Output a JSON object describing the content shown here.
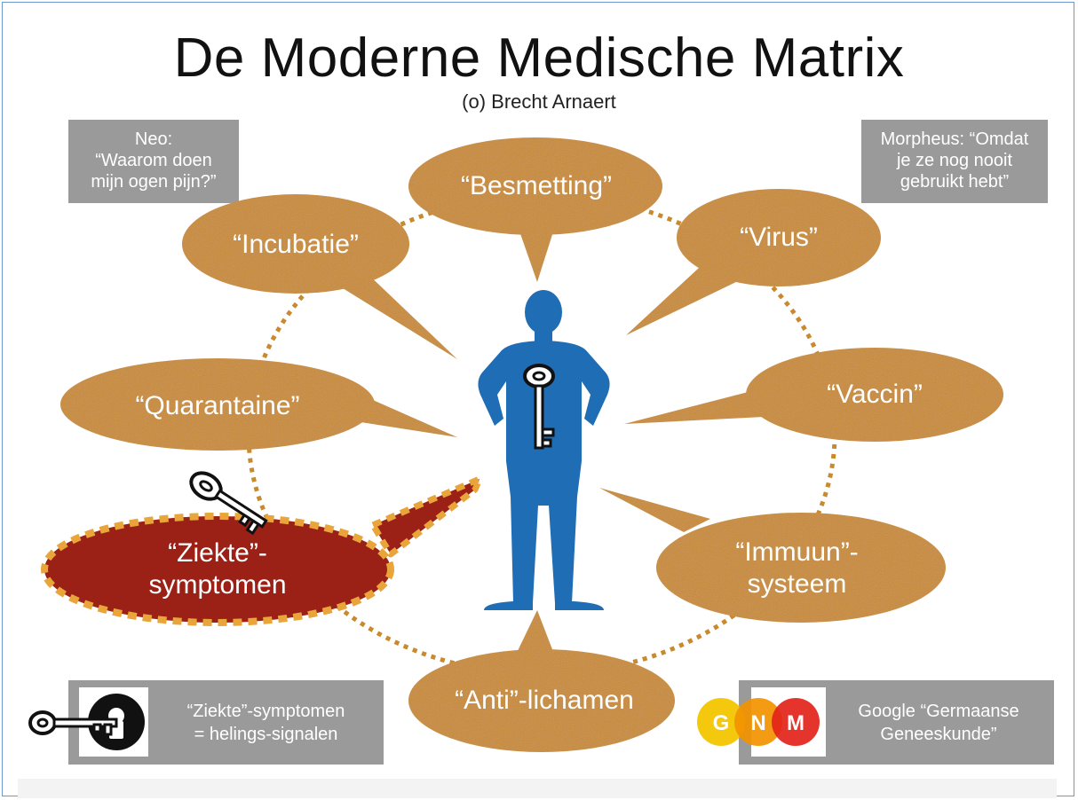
{
  "title": "De Moderne Medische Matrix",
  "subtitle": "(o) Brecht Arnaert",
  "neo_quote": {
    "line1": "Neo:",
    "line2": "“Waarom doen",
    "line3": "mijn ogen pijn?”"
  },
  "morpheus_quote": {
    "line1": "Morpheus: “Omdat",
    "line2": "je ze nog nooit",
    "line3": "gebruikt hebt”"
  },
  "bubbles": {
    "besmetting": "“Besmetting”",
    "incubatie": "“Incubatie”",
    "virus": "“Virus”",
    "quarantaine": "“Quarantaine”",
    "vaccin": "“Vaccin”",
    "ziekte_line1": "“Ziekte”-",
    "ziekte_line2": "symptomen",
    "immuun_line1": "“Immuun”-",
    "immuun_line2": "systeem",
    "anti": "“Anti”-lichamen"
  },
  "symptoms_box": {
    "line1": "“Ziekte”-symptomen",
    "line2": "= helings-signalen"
  },
  "google_box": {
    "line1": "Google “Germaanse",
    "line2": "Geneeskunde”"
  },
  "gnm_logo": {
    "g": "G",
    "n": "N",
    "m": "M"
  },
  "icons": [
    "key-icon",
    "person-silhouette-icon",
    "lock-icon",
    "gnm-logo-icon"
  ],
  "colors": {
    "bubble": "#c98a2e",
    "ziekte_bubble": "#9b2116",
    "ziekte_dash": "#e9a53a",
    "person": "#1f6db5",
    "gray_box": "#9a9a9a",
    "gnm_g": "#f2c500",
    "gnm_n": "#f39200",
    "gnm_m": "#e2231a"
  }
}
